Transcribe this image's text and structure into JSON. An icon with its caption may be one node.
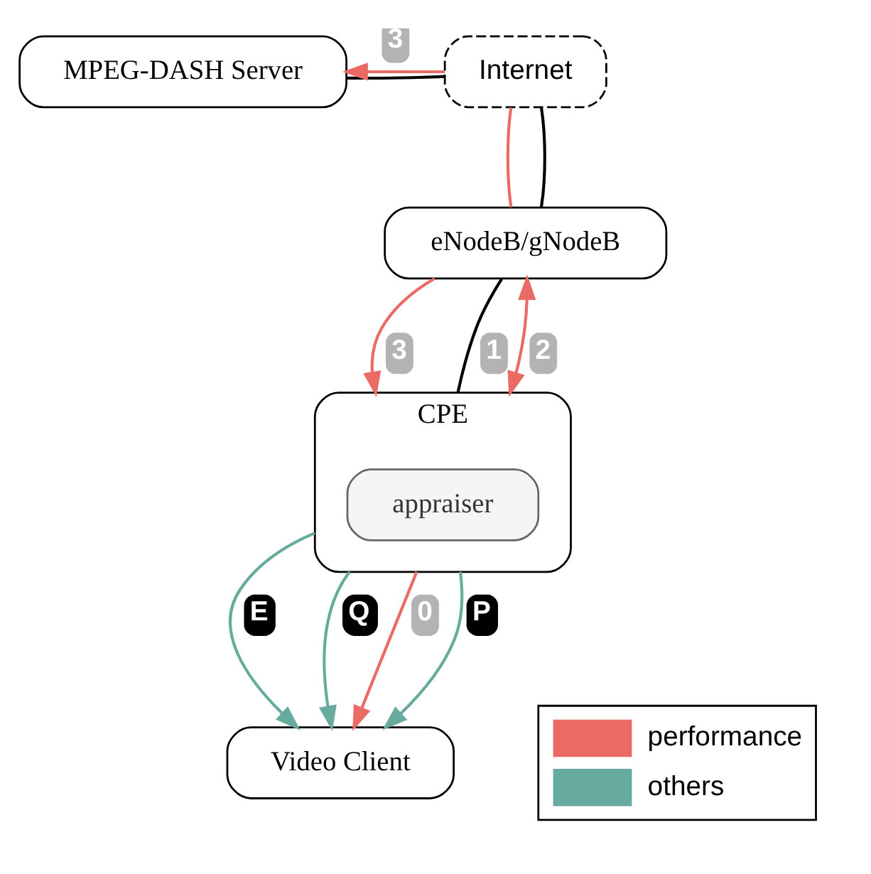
{
  "diagram": {
    "nodes": [
      {
        "text": [
          "MPEG-DASH Server"
        ]
      },
      {
        "text": [
          "Internet"
        ]
      },
      {
        "text": [
          "eNodeB/gNodeB"
        ]
      },
      {
        "text": [
          "CPE"
        ]
      },
      {
        "text": [
          "appraiser"
        ],
        "in": 3
      },
      {
        "text": [
          "Video Client"
        ]
      }
    ],
    "edges": [
      {
        "from": 0,
        "to": 1,
        "arrow": "none",
        "color": "#000000"
      },
      {
        "from": 1,
        "to": 0,
        "arrow": "to",
        "label": "3"
      },
      {
        "from": 1,
        "to": 2,
        "arrow": "none"
      },
      {
        "from": 1,
        "to": 2,
        "arrow": "none",
        "color": "#000000"
      },
      {
        "from": 2,
        "to": 3,
        "arrow": "to",
        "label": "3"
      },
      {
        "from": 2,
        "to": 3,
        "arrow": "none",
        "label": "1",
        "color": "#000000"
      },
      {
        "from": 2,
        "to": 3,
        "arrow": "both",
        "label": "2"
      },
      {
        "from": 3,
        "to": 5,
        "arrow": "to",
        "label": "E",
        "color": "#67ab9f"
      },
      {
        "from": 3,
        "to": 5,
        "arrow": "to",
        "label": "Q",
        "color": "#67ab9f"
      },
      {
        "from": 3,
        "to": 5,
        "arrow": "to",
        "label": "0"
      },
      {
        "from": 3,
        "to": 5,
        "arrow": "to",
        "label": "P",
        "color": "#67ab9f"
      }
    ],
    "legend": [
      {
        "text": "performance",
        "color": "#ea6b66"
      },
      {
        "text": "others",
        "color": "#67ab9f"
      }
    ]
  }
}
